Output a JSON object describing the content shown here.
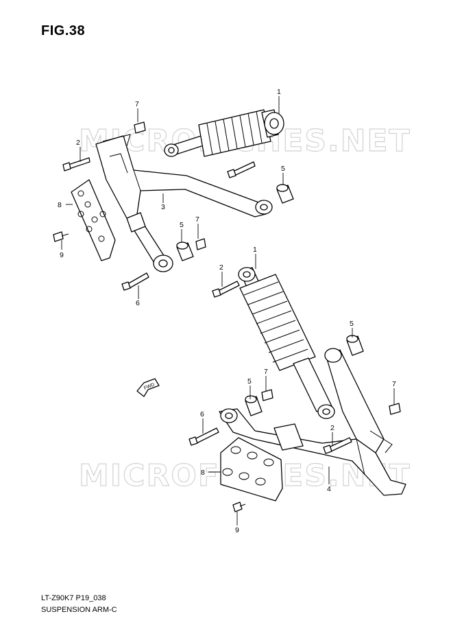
{
  "figure": {
    "title": "FIG.38"
  },
  "footer": {
    "model": "LT-Z90K7 P19_038",
    "caption": "SUSPENSION ARM-C"
  },
  "watermark": {
    "text": "MICROFICHES.NET"
  },
  "direction_label": "FWD",
  "callouts": {
    "top_1": "1",
    "top_2": "2",
    "top_3": "3",
    "top_5a": "5",
    "top_5b": "5",
    "top_6": "6",
    "top_7a": "7",
    "top_7b": "7",
    "top_8": "8",
    "top_9": "9",
    "bot_1": "1",
    "bot_2a": "2",
    "bot_2b": "2",
    "bot_4": "4",
    "bot_5a": "5",
    "bot_5b": "5",
    "bot_6": "6",
    "bot_7a": "7",
    "bot_7b": "7",
    "bot_8": "8",
    "bot_9": "9"
  }
}
